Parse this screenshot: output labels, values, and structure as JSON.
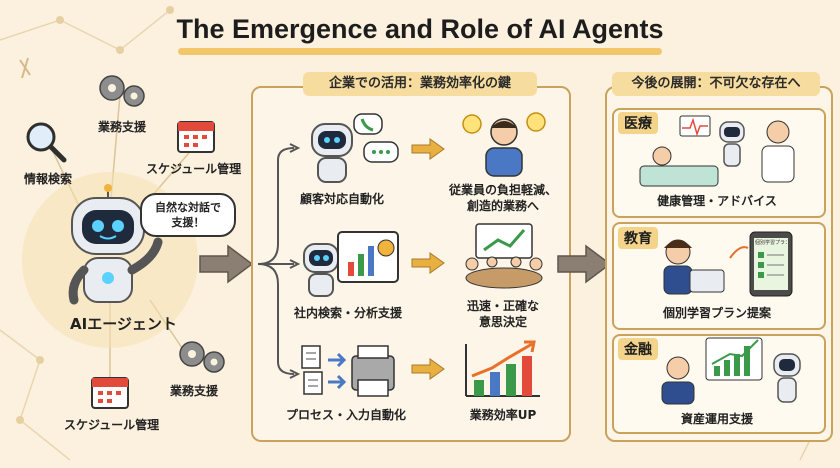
{
  "title": "The Emergence and Role of AI Agents",
  "left": {
    "center_label": "AIエージェント",
    "speech": "自然な対話で\n支援！",
    "features": [
      {
        "id": "info",
        "label": "情報検索",
        "icon": "magnifier-icon"
      },
      {
        "id": "ops1",
        "label": "業務支援",
        "icon": "gears-icon"
      },
      {
        "id": "sched1",
        "label": "スケジュール管理",
        "icon": "calendar-icon"
      },
      {
        "id": "ops2",
        "label": "業務支援",
        "icon": "gears-icon"
      },
      {
        "id": "sched2",
        "label": "スケジュール管理",
        "icon": "calendar-icon"
      }
    ]
  },
  "middle": {
    "header": "企業での活用：業務効率化の鍵",
    "rows": [
      {
        "label": "顧客対応自動化",
        "result": "従業員の負担軽減、\n創造的業務へ"
      },
      {
        "label": "社内検索・分析支援",
        "result": "迅速・正確な\n意思決定"
      },
      {
        "label": "プロセス・入力自動化",
        "result": "業務効率UP"
      }
    ]
  },
  "right": {
    "header": "今後の展開：不可欠な存在へ",
    "items": [
      {
        "tag": "医療",
        "caption": "健康管理・アドバイス"
      },
      {
        "tag": "教育",
        "caption": "個別学習プラン提案",
        "tablet_text": "個別学習プラン"
      },
      {
        "tag": "金融",
        "caption": "資産運用支援"
      }
    ]
  },
  "colors": {
    "background": "#fbf1de",
    "panel_border": "#c9a25c",
    "header_fill": "#f6dc9e",
    "arrow": "#e8b040",
    "big_arrow": "#8a7f72",
    "robot_body": "#e9edf2",
    "robot_face": "#1f2a3d",
    "robot_eye": "#5ad1ff"
  }
}
